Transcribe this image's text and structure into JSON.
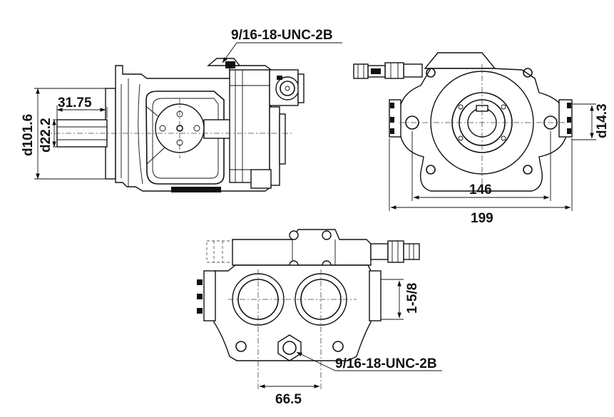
{
  "dimensions": {
    "top_left_thread": "9/16-18-UNC-2B",
    "shaft_length": "31.75",
    "flange_pilot": "d101.6",
    "shaft_diameter": "d22.2",
    "key_width": "d14.3",
    "bolt_spacing": "146",
    "flange_width": "199",
    "port_size": "1-5/8",
    "bottom_thread": "9/16-18-UNC-2B",
    "port_spacing": "66.5"
  },
  "colors": {
    "line": "#111111",
    "background": "#ffffff"
  }
}
